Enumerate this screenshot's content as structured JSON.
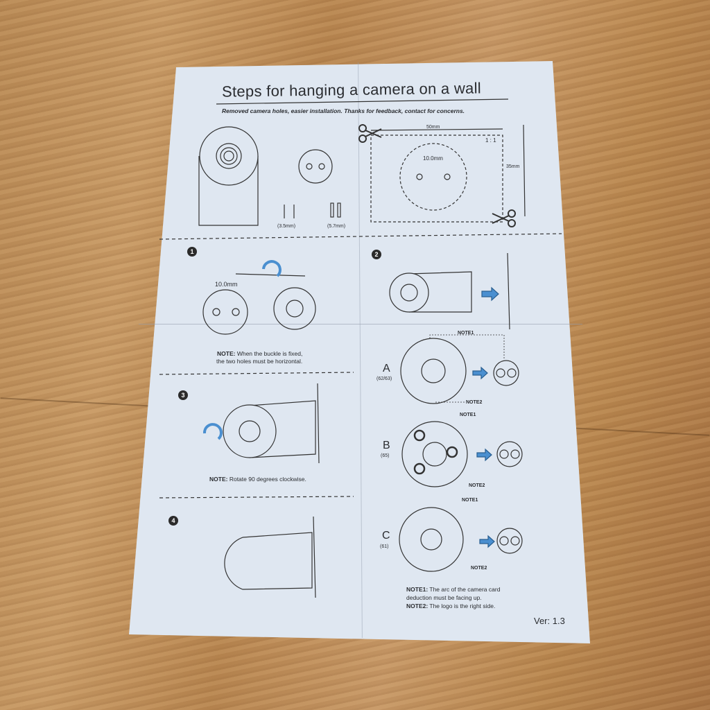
{
  "document": {
    "title": "Steps for hanging a camera on a wall",
    "subtitle": "Removed camera holes, easier installation. Thanks for feedback, contact for concerns.",
    "template": {
      "width": "50mm",
      "height": "35mm",
      "scale": "1 : 1",
      "hole_spacing": "10.0mm"
    },
    "parts": {
      "screw": "(3.5mm)",
      "anchor": "(5.7mm)"
    },
    "steps": [
      {
        "number": "1",
        "dimension": "10.0mm",
        "note_label": "NOTE:",
        "note": "When the buckle is fixed,",
        "note2": "the two holes must be horizontal."
      },
      {
        "number": "2"
      },
      {
        "number": "3",
        "note_label": "NOTE:",
        "note": "Rotate 90 degrees clockwise."
      },
      {
        "number": "4"
      }
    ],
    "variants": [
      {
        "label": "A",
        "model": "(62/63)",
        "note1": "NOTE1",
        "note2": "NOTE2"
      },
      {
        "label": "B",
        "model": "(65)",
        "note1": "NOTE1",
        "note2": "NOTE2"
      },
      {
        "label": "C",
        "model": "(61)",
        "note1": "NOTE1",
        "note2": "NOTE2"
      }
    ],
    "notes": {
      "note1_label": "NOTE1:",
      "note1_line1": "The arc of the camera card",
      "note1_line2": "deduction must be facing up.",
      "note2_label": "NOTE2:",
      "note2": "The logo is the right side."
    },
    "version": "Ver: 1.3",
    "accent_color": "#4a8fd0"
  }
}
